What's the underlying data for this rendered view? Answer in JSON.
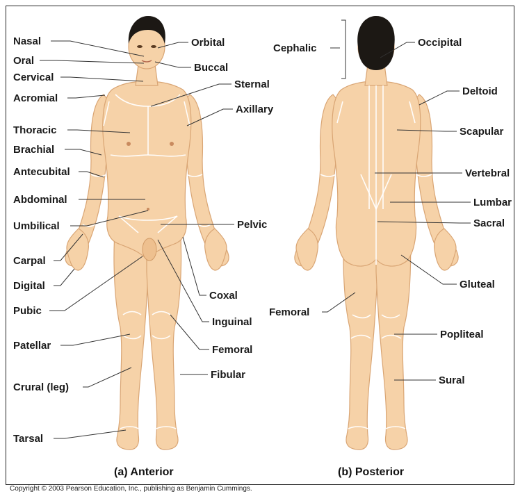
{
  "anterior_labels": {
    "nasal": "Nasal",
    "oral": "Oral",
    "cervical": "Cervical",
    "acromial": "Acromial",
    "thoracic": "Thoracic",
    "brachial": "Brachial",
    "antecubital": "Antecubital",
    "abdominal": "Abdominal",
    "umbilical": "Umbilical",
    "carpal": "Carpal",
    "digital": "Digital",
    "pubic": "Pubic",
    "patellar": "Patellar",
    "crural": "Crural (leg)",
    "tarsal": "Tarsal",
    "orbital": "Orbital",
    "buccal": "Buccal",
    "sternal": "Sternal",
    "axillary": "Axillary",
    "pelvic": "Pelvic",
    "coxal": "Coxal",
    "inguinal": "Inguinal",
    "femoral": "Femoral",
    "fibular": "Fibular"
  },
  "posterior_labels": {
    "cephalic": "Cephalic",
    "occipital": "Occipital",
    "deltoid": "Deltoid",
    "scapular": "Scapular",
    "vertebral": "Vertebral",
    "lumbar": "Lumbar",
    "sacral": "Sacral",
    "gluteal": "Gluteal",
    "femoral": "Femoral",
    "popliteal": "Popliteal",
    "sural": "Sural"
  },
  "captions": {
    "anterior": "(a) Anterior",
    "posterior": "(b) Posterior"
  },
  "copyright": "Copyright © 2003 Pearson Education, Inc., publishing as Benjamin Cummings.",
  "colors": {
    "skin": "#f6d2a8",
    "skin_outline": "#d9a574",
    "hair": "#1c1814",
    "region_lines": "#ffffff",
    "label_text": "#1a1a1a"
  }
}
